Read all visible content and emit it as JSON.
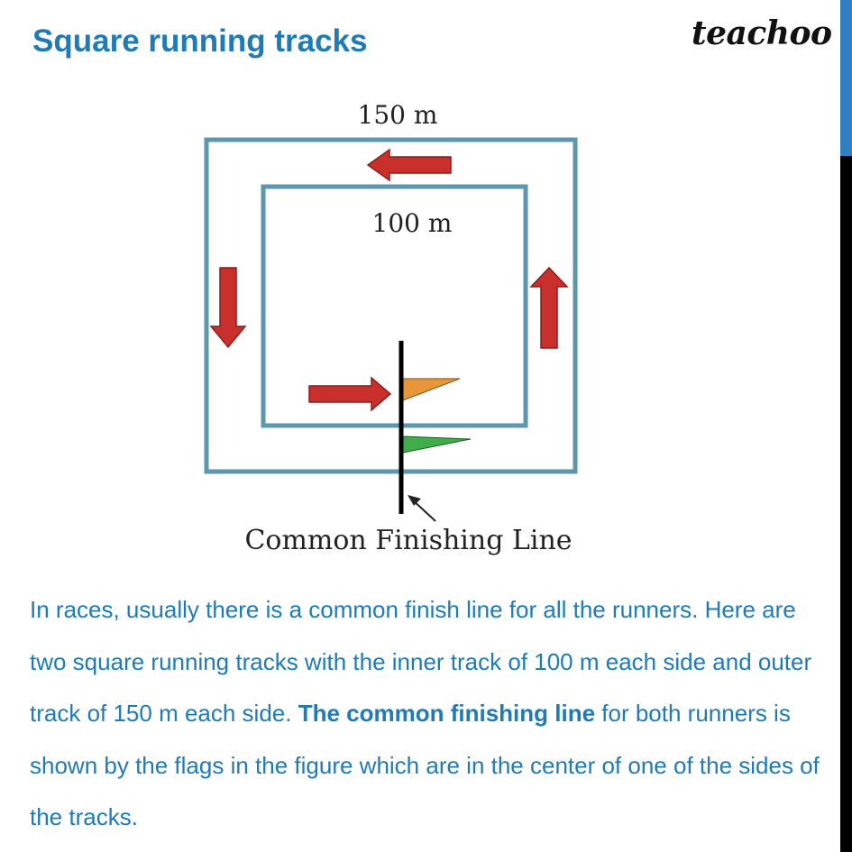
{
  "header": {
    "title": "Square running tracks",
    "logo": "teachoo"
  },
  "figure": {
    "outer_label": "150 m",
    "inner_label": "100 m",
    "finish_label": "Common Finishing Line",
    "colors": {
      "track": "#5b97ad",
      "arrow": "#c9302c",
      "flag_inner": "#e8963a",
      "flag_outer": "#3fae4a",
      "pole": "#000000"
    }
  },
  "paragraph": {
    "part1": "In races, usually there is a common finish line for all the runners. Here are two square running tracks with the inner track of 100 m each side and outer track of 150 m each side. ",
    "bold": "The common finishing line",
    "part2": " for both runners is shown by the flags in the figure which are in the center of one of the sides of the tracks."
  },
  "colors": {
    "title": "#1f7ab8",
    "body": "#1f7ab8",
    "scroll_thumb": "#2f7fc1"
  }
}
